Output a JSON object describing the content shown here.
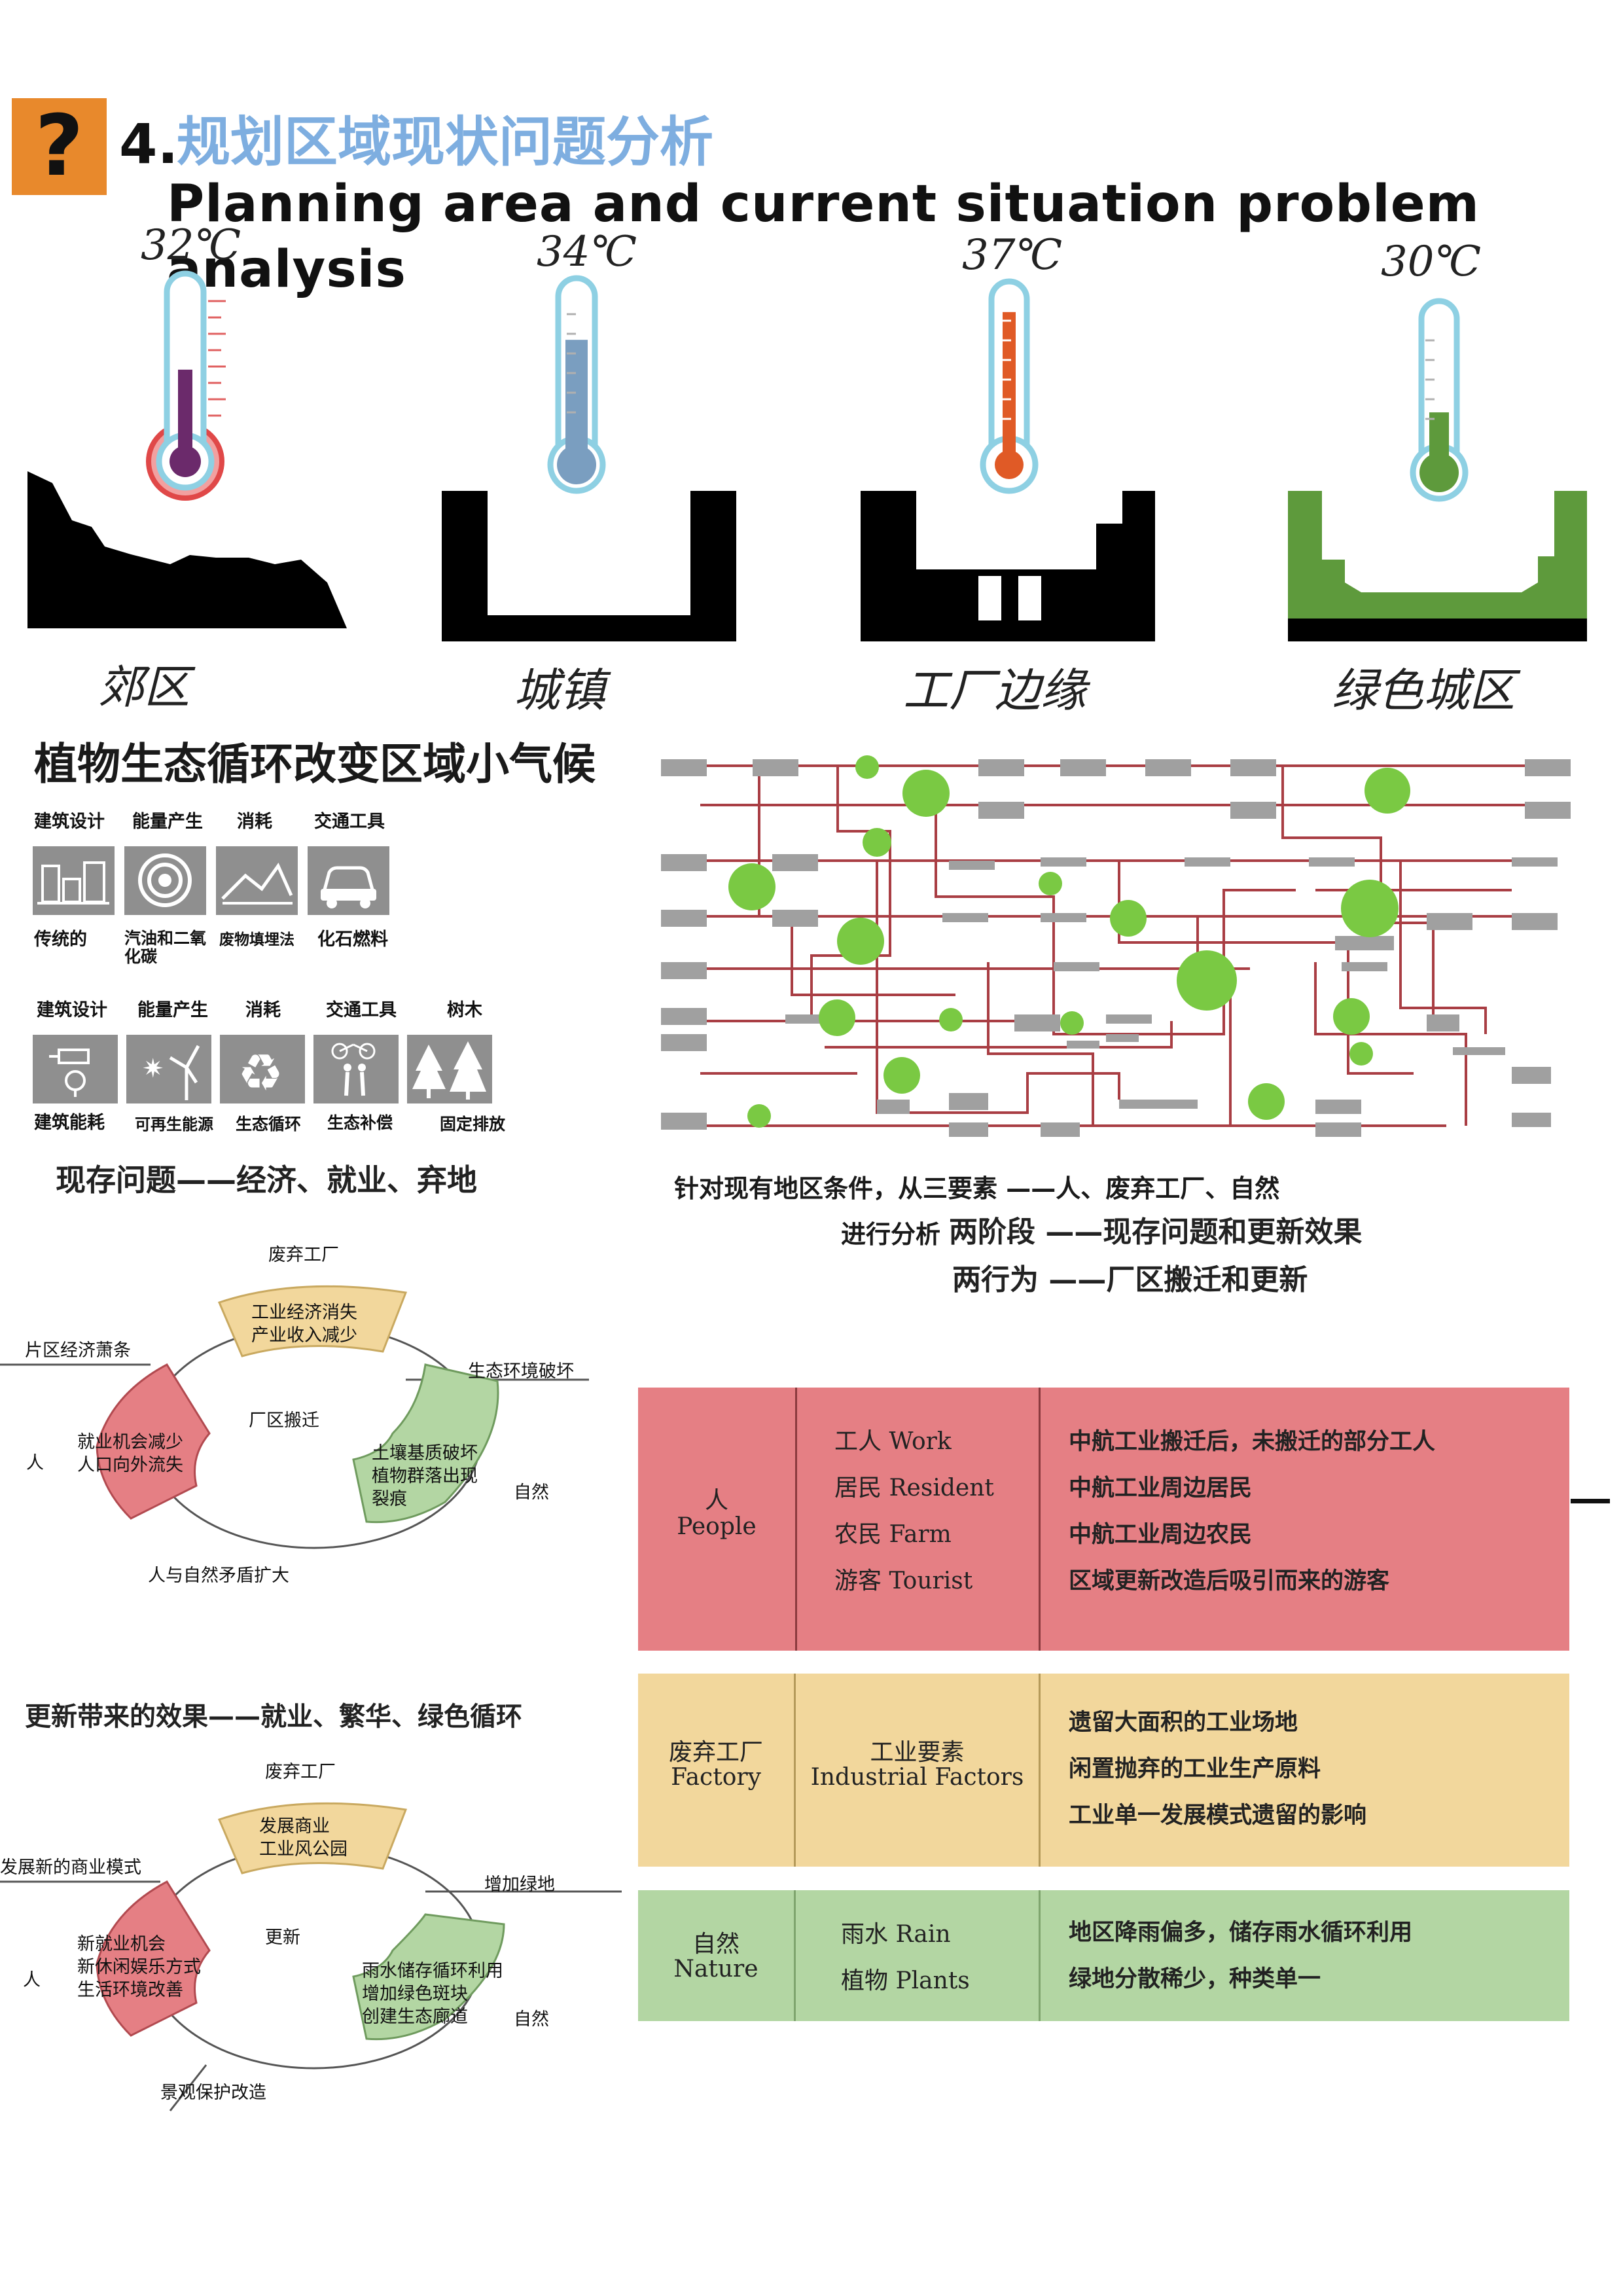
{
  "header": {
    "badge_glyph": "?",
    "title_num": "4.",
    "title_cn": "规划区域现状问题分析",
    "title_en": "Planning area and current situation problem analysis"
  },
  "thermometers": [
    {
      "temp": "32℃",
      "zone": "郊区",
      "fill_fraction": 0.52,
      "fill_color": "#6b2a6b"
    },
    {
      "temp": "34℃",
      "zone": "城镇",
      "fill_fraction": 0.72,
      "fill_color": "#7a9ec0"
    },
    {
      "temp": "37℃",
      "zone": "工厂边缘",
      "fill_fraction": 0.88,
      "fill_color": "#e05a26"
    },
    {
      "temp": "30℃",
      "zone": "绿色城区",
      "fill_fraction": 0.38,
      "fill_color": "#5e9a3c"
    }
  ],
  "plant_section": {
    "title": "植物生态循环改变区域小气候",
    "row1_headers": [
      "建筑设计",
      "能量产生",
      "消耗",
      "交通工具"
    ],
    "row1_captions": [
      "传统的",
      "汽油和二氧化碳",
      "废物填埋法",
      "化石燃料"
    ],
    "row2_headers": [
      "建筑设计",
      "能量产生",
      "消耗",
      "交通工具",
      "树木"
    ],
    "row2_captions": [
      "建筑能耗",
      "可再生能源",
      "生态循环",
      "生态补偿",
      "固定排放"
    ],
    "existing_label": "现存问题——经济、就业、弃地"
  },
  "analysis_text": {
    "line1": "针对现有地区条件，从三要素 ——人、废弃工厂、自然",
    "line2_small": "进行分析",
    "line2_big": "两阶段 ——现存问题和更新效果",
    "line3": "两行为 ——厂区搬迁和更新"
  },
  "cycle1": {
    "top": "废弃工厂",
    "top_seg": [
      "工业经济消失",
      "产业收入减少"
    ],
    "left_label": "片区经济萧条",
    "right_label": "生态环境破坏",
    "center": "厂区搬迁",
    "left_seg": [
      "就业机会减少",
      "人口向外流失"
    ],
    "right_seg": [
      "土壤基质破坏",
      "植物群落出现",
      "裂痕"
    ],
    "person": "人",
    "nature": "自然",
    "bottom": "人与自然矛盾扩大"
  },
  "effect_label": "更新带来的效果——就业、繁华、绿色循环",
  "cycle2": {
    "top": "废弃工厂",
    "top_seg": [
      "发展商业",
      "工业风公园"
    ],
    "left_label": "发展新的商业模式",
    "right_label": "增加绿地",
    "center": "更新",
    "left_seg": [
      "新就业机会",
      "新休闲娱乐方式",
      "生活环境改善"
    ],
    "right_seg": [
      "雨水储存循环利用",
      "增加绿色斑块",
      "创建生态廊道"
    ],
    "person": "人",
    "nature": "自然",
    "bottom": "景观保护改造"
  },
  "table": {
    "rows": [
      {
        "category_cn": "人",
        "category_en": "People",
        "items": [
          "工人  Work",
          "居民  Resident",
          "农民  Farm",
          "游客  Tourist"
        ],
        "details": [
          "中航工业搬迁后，未搬迁的部分工人",
          "中航工业周边居民",
          "中航工业周边农民",
          "区域更新改造后吸引而来的游客"
        ],
        "color": "#e57f84"
      },
      {
        "category_cn": "废弃工厂",
        "category_en": "Factory",
        "items": [
          "工业要素",
          "Industrial Factors"
        ],
        "details": [
          "遗留大面积的工业场地",
          "闲置抛弃的工业生产原料",
          "工业单一发展模式遗留的影响"
        ],
        "color": "#f2d79c"
      },
      {
        "category_cn": "自然",
        "category_en": "Nature",
        "items": [
          "雨水  Rain",
          "植物  Plants"
        ],
        "details": [
          "地区降雨偏多，储存雨水循环利用",
          "绿地分散稀少，种类单一"
        ],
        "color": "#b3d6a3"
      }
    ]
  },
  "colors": {
    "accent_orange": "#e8892c",
    "title_blue": "#7eaee0",
    "network_red": "#a93e44",
    "network_grey": "#a0a0a0",
    "network_green": "#7ac943",
    "thermo_blue": "#8ed0e3"
  }
}
